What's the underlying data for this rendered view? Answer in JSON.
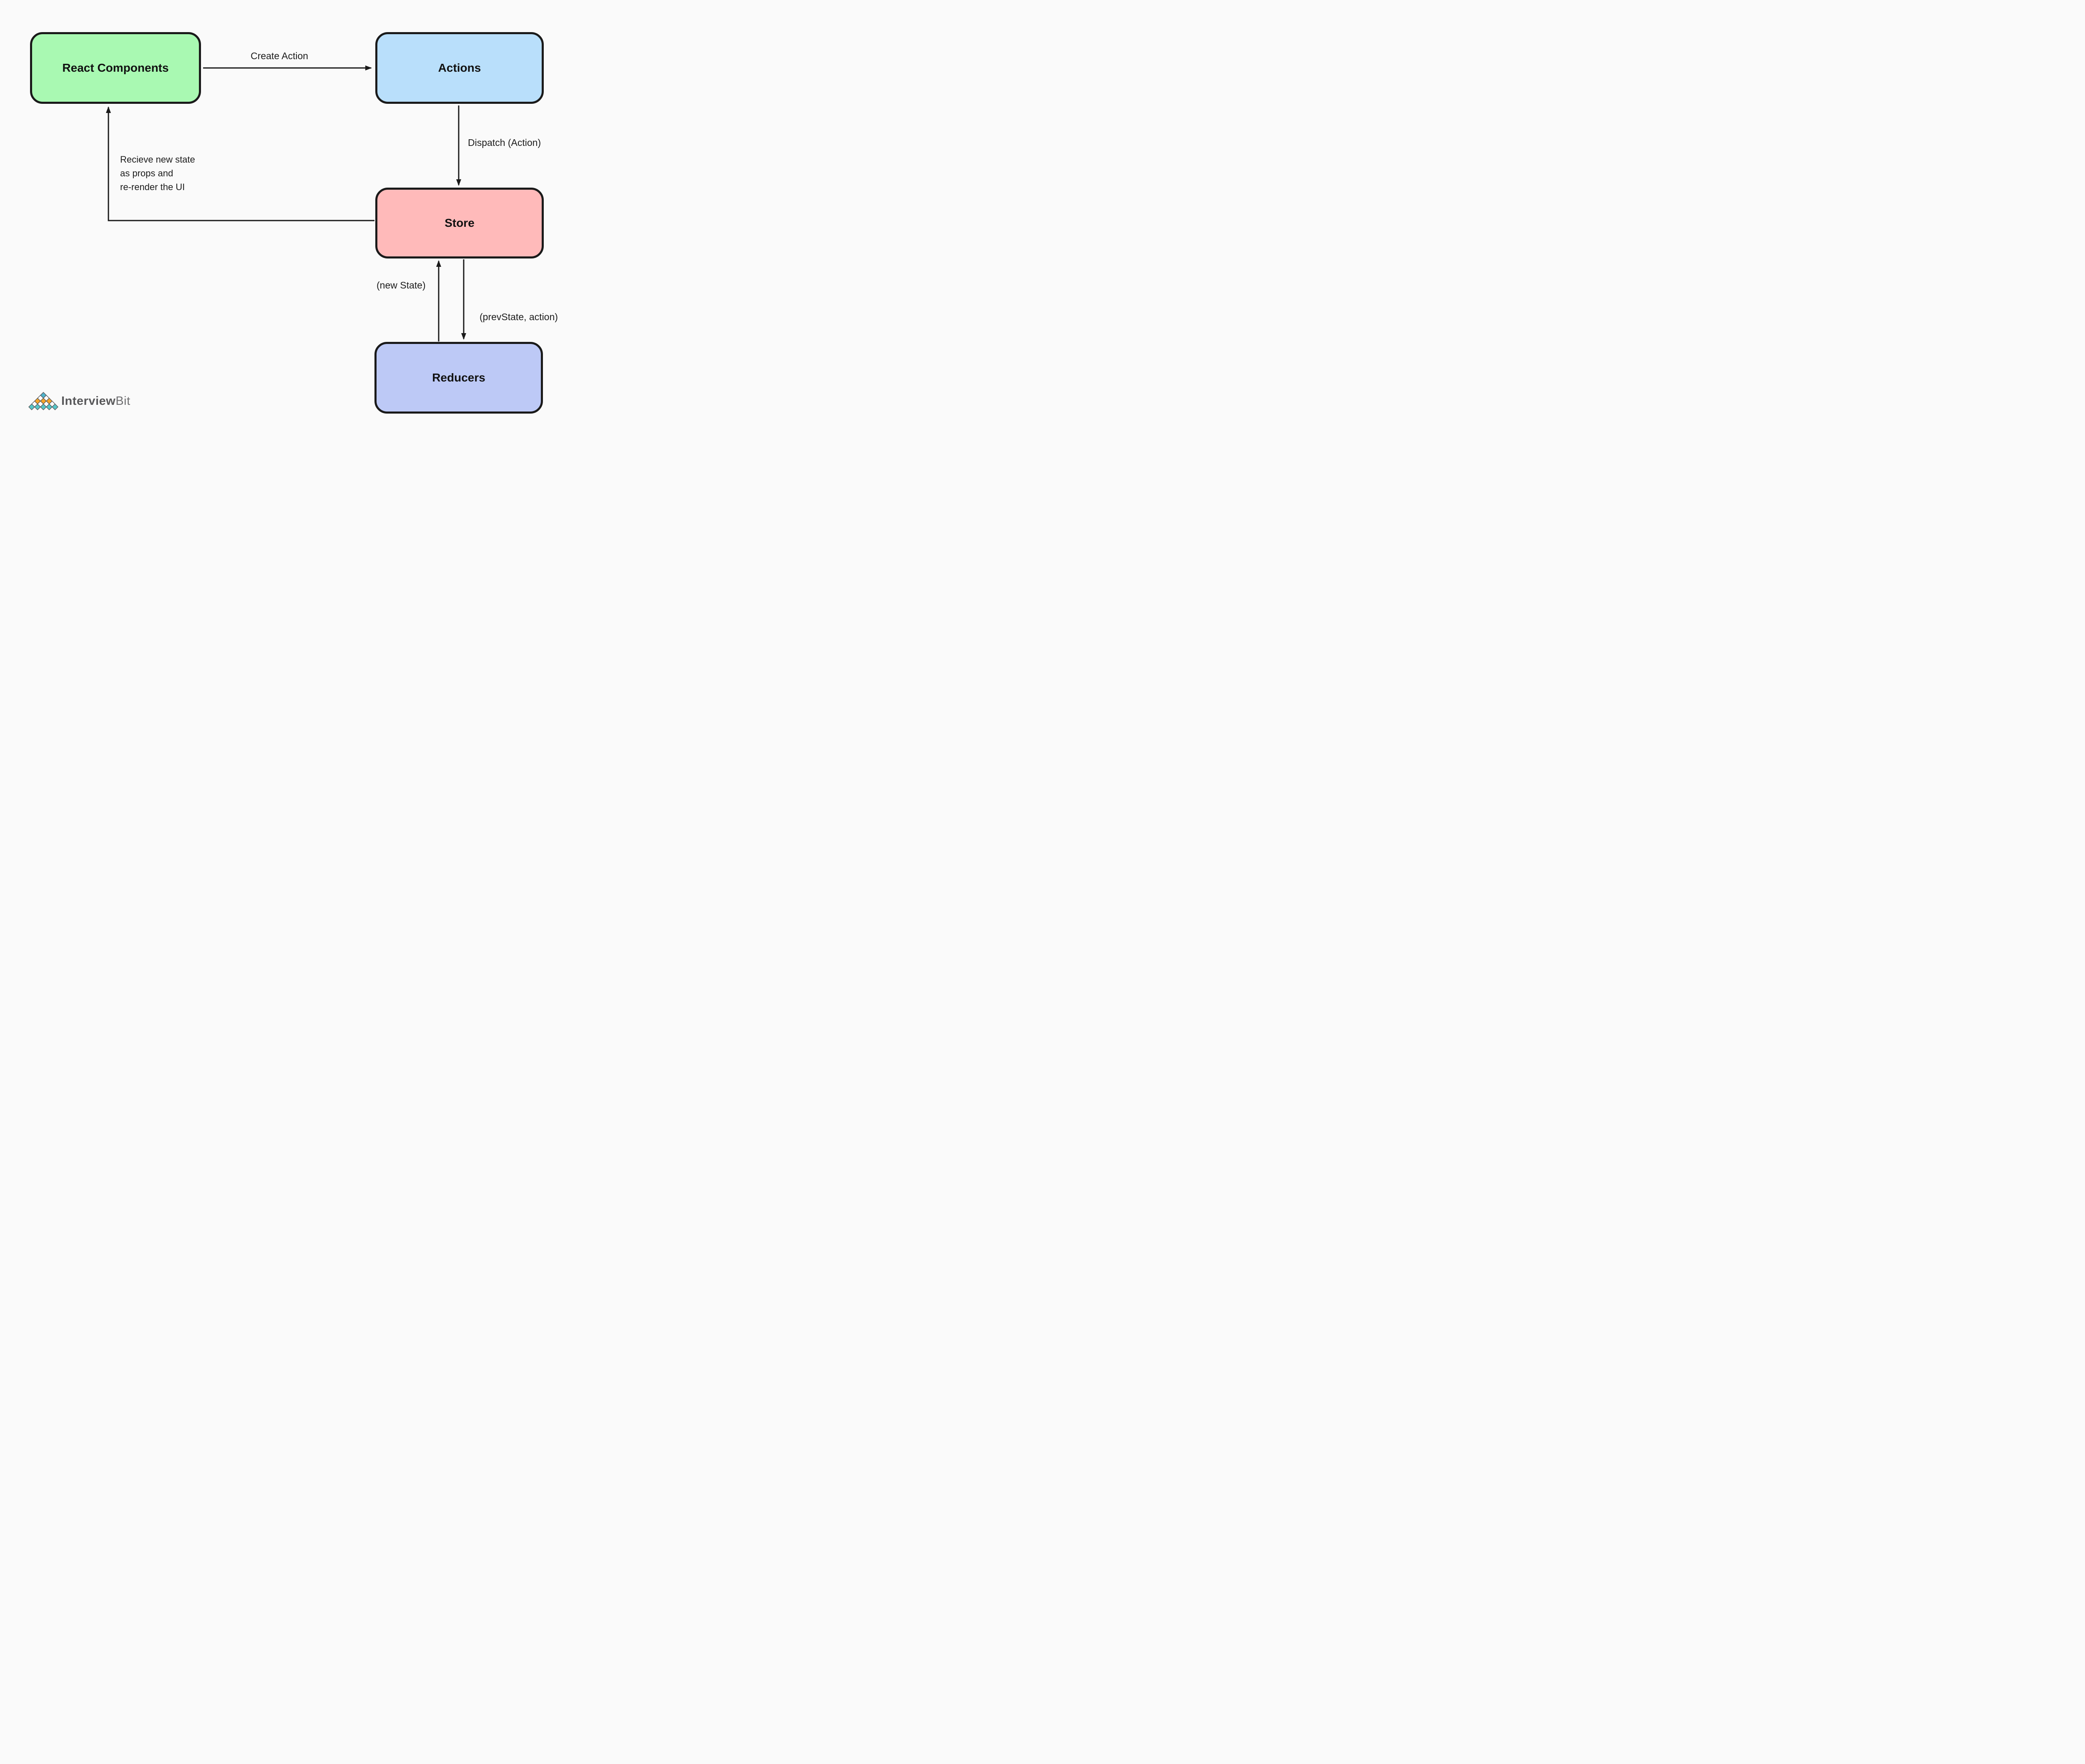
{
  "canvas": {
    "background": "#fafafa",
    "line_color": "#1a1a1a"
  },
  "nodes": [
    {
      "id": "react-components",
      "label": "React Components",
      "fill": "#a9f9b2"
    },
    {
      "id": "actions",
      "label": "Actions",
      "fill": "#b9dffb"
    },
    {
      "id": "store",
      "label": "Store",
      "fill": "#ffbaba"
    },
    {
      "id": "reducers",
      "label": "Reducers",
      "fill": "#bdc9f6"
    }
  ],
  "edge_labels": {
    "create_action": "Create Action",
    "dispatch": "Dispatch (Action)",
    "new_state": "(new State)",
    "prev_state": "(prevState, action)",
    "receive": "Recieve new state\nas props and\nre-render the UI"
  },
  "logo": {
    "text_bold": "Interview",
    "text_light": "Bit",
    "outline": "#5b5b5c",
    "rows": [
      "#4fb3cc",
      "#ffffff",
      "#f7a525",
      "#ffffff",
      "#55c6c9"
    ]
  }
}
